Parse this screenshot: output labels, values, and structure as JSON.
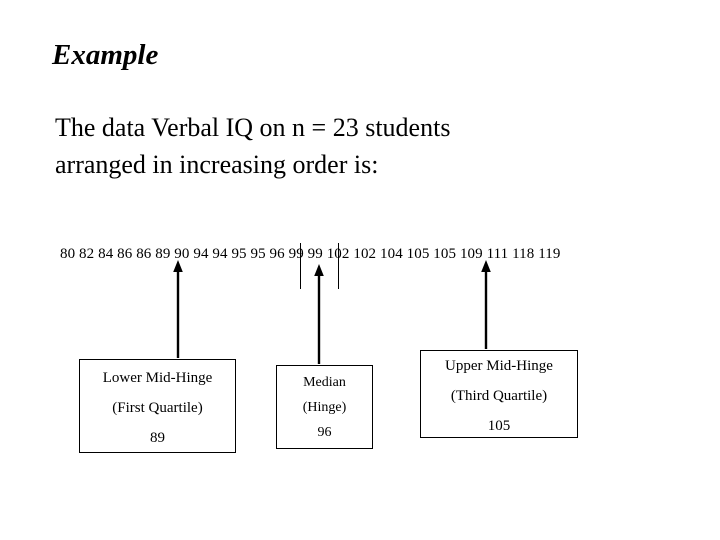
{
  "slide": {
    "title": "Example",
    "body_lines": [
      "The data Verbal IQ on n = 23 students",
      "arranged in increasing order is:"
    ],
    "data_label": "Verbal IQ sorted values",
    "data_values": "80 82 84 86 86 89 90 94 94 95 95 96 99 99 102 102 104 105 105 109 111 118 119",
    "boxes": {
      "lower": {
        "line1": "Lower Mid-Hinge",
        "line2": "(First Quartile)",
        "value": "89"
      },
      "median": {
        "line1": "Median",
        "line2": "(Hinge)",
        "value": "96"
      },
      "upper": {
        "line1": "Upper Mid-Hinge",
        "line2": "(Third Quartile)",
        "value": "105"
      }
    },
    "colors": {
      "background": "#ffffff",
      "ink": "#000000"
    }
  }
}
